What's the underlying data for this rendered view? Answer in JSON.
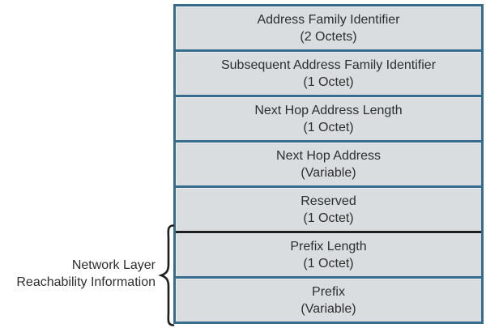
{
  "diagram": {
    "title_semantic": "BGP MP_REACH_NLRI attribute field layout",
    "rows": [
      {
        "line1": "Address Family Identifier",
        "line2": "(2 Octets)"
      },
      {
        "line1": "Subsequent Address Family Identifier",
        "line2": "(1 Octet)"
      },
      {
        "line1": "Next Hop Address Length",
        "line2": "(1 Octet)"
      },
      {
        "line1": "Next Hop Address",
        "line2": "(Variable)"
      },
      {
        "line1": "Reserved",
        "line2": "(1 Octet)"
      },
      {
        "line1": "Prefix Length",
        "line2": "(1 Octet)"
      },
      {
        "line1": "Prefix",
        "line2": "(Variable)"
      }
    ],
    "brace_label": {
      "line1": "Network Layer",
      "line2": "Reachability Information"
    },
    "colors": {
      "box_fill": "#d9dde0",
      "box_border": "#386c8c",
      "nlri_divider": "#1f1f1f",
      "text": "#2e2e2e",
      "background": "#ffffff"
    }
  }
}
